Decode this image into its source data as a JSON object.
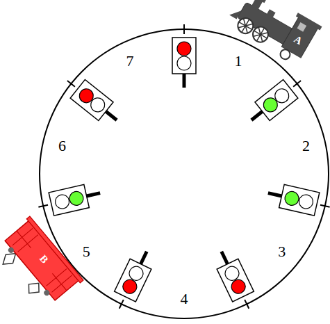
{
  "diagram": {
    "labels": [
      "1",
      "2",
      "3",
      "4",
      "5",
      "6",
      "7",
      "A",
      "B"
    ]
  }
}
